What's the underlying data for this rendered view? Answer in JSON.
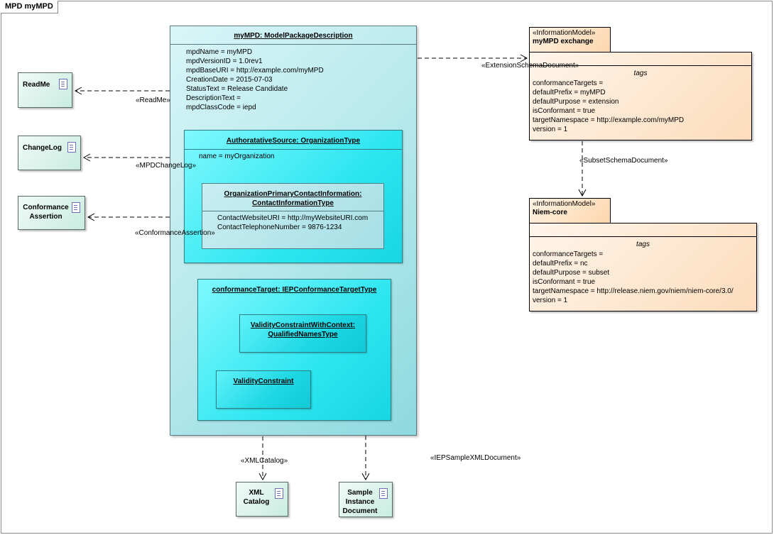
{
  "frame": {
    "title": "MPD myMPD"
  },
  "documents": {
    "readme": "ReadMe",
    "changelog": "ChangeLog",
    "conformance_l1": "Conformance",
    "conformance_l2": "Assertion",
    "xml_l1": "XML",
    "xml_l2": "Catalog",
    "sample_l1": "Sample",
    "sample_l2": "Instance",
    "sample_l3": "Document"
  },
  "mpd": {
    "title": "myMPD: ModelPackageDescription",
    "attributes": [
      "mpdName = myMPD",
      "mpdVersionID = 1.0rev1",
      "mpdBaseURI = http://example.com/myMPD",
      "CreationDate = 2015-07-03",
      "StatusText = Release Candidate",
      "DescriptionText =",
      "mpdClassCode = iepd"
    ],
    "source": {
      "title": "AuthoratativeSource: OrganizationType",
      "attribute": "name = myOrganization",
      "contact": {
        "title_l1": "OrganizationPrimaryContactInformation:",
        "title_l2": "ContactInformationType",
        "attributes": [
          "ContactWebsiteURI = http://myWebsiteURI.com",
          "ContactTelephoneNumber = 9876-1234"
        ]
      }
    },
    "target": {
      "title": "conformanceTarget: IEPConformanceTargetType",
      "context_l1": "ValidityConstraintWithContext:",
      "context_l2": "QualifiedNamesType",
      "constraint": "ValidityConstraint"
    }
  },
  "packages": {
    "exchange": {
      "stereotype": "«InformationModel»",
      "name": "myMPD exchange",
      "tags_title": "tags",
      "tags": [
        "conformanceTargets =",
        "defaultPrefix = myMPD",
        "defaultPurpose = extension",
        "isConformant = true",
        "targetNamespace = http://example.com/myMPD",
        "version = 1"
      ]
    },
    "niem": {
      "stereotype": "«InformationModel»",
      "name": "Niem-core",
      "tags_title": "tags",
      "tags": [
        "conformanceTargets =",
        "defaultPrefix = nc",
        "defaultPurpose = subset",
        "isConformant = true",
        "targetNamespace = http://release.niem.gov/niem/niem-core/3.0/",
        "version = 1"
      ]
    }
  },
  "connectors": {
    "readme": "«ReadMe»",
    "changelog": "«MPDChangeLog»",
    "conformance": "«ConformanceAssertion»",
    "extension": "«ExtensionSchemaDocument»",
    "subset": "«SubsetSchemaDocument»",
    "xmlcatalog": "«XMLCatalog»",
    "sample": "«IEPSampleXMLDocument»"
  }
}
